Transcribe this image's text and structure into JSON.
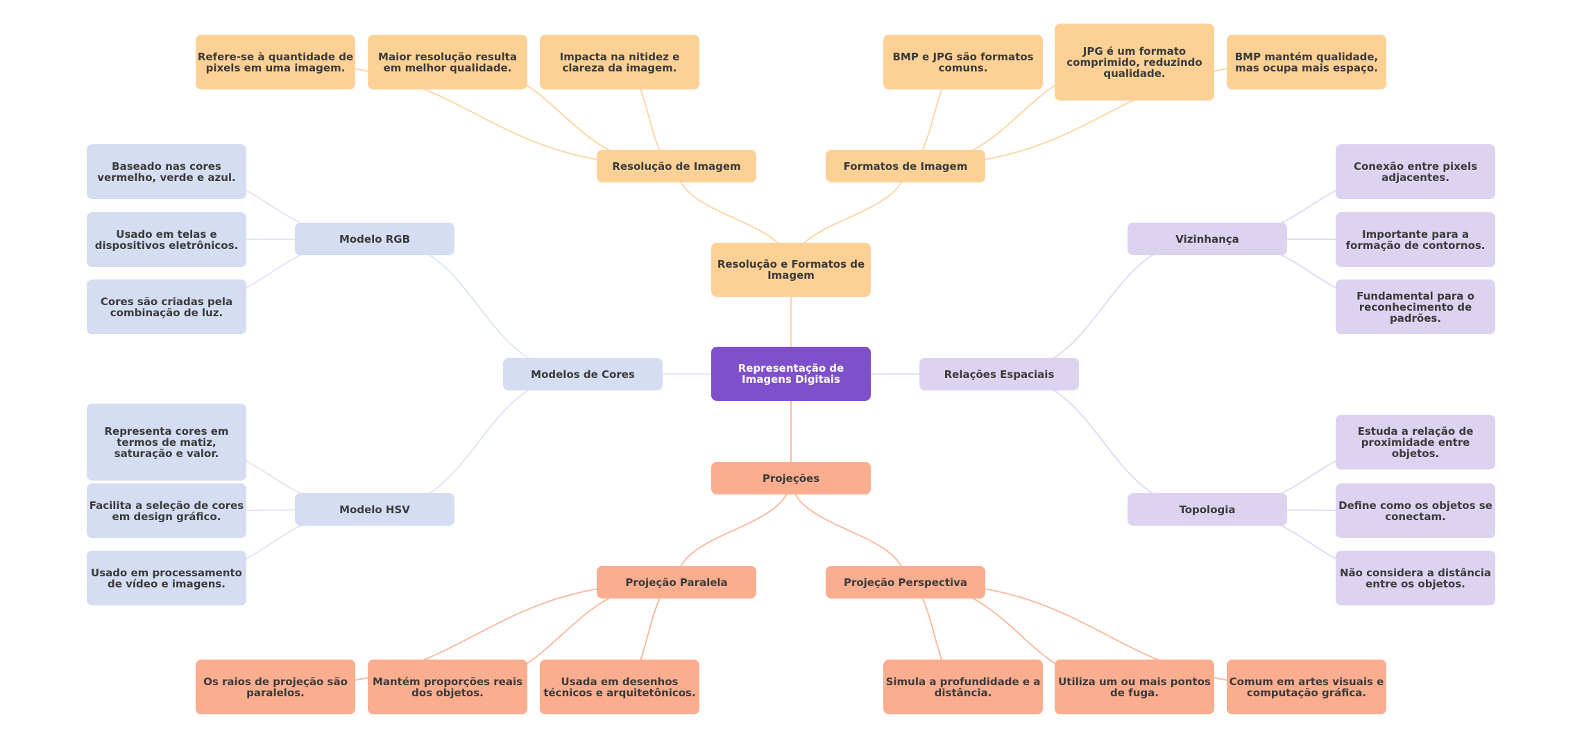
{
  "colors": {
    "root": "#7f4fcc",
    "orange": "#fdd196",
    "orange_edge": "#fdd6a6",
    "blue": "#d4ddf1",
    "blue_edge": "#dfe5f5",
    "lavender": "#ddd3f1",
    "lavender_edge": "#e2daf4",
    "salmon": "#faae8f",
    "salmon_edge": "#f9bba0"
  },
  "root": {
    "label": "Representação de Imagens Digitais"
  },
  "branches": [
    {
      "label": "Resolução e Formatos de Imagem",
      "theme": "orange",
      "children": [
        {
          "label": "Resolução de Imagem",
          "leaves": [
            "Refere-se à quantidade de pixels em uma imagem.",
            "Maior resolução resulta em melhor qualidade.",
            "Impacta na nitidez e clareza da imagem."
          ]
        },
        {
          "label": "Formatos de Imagem",
          "leaves": [
            "BMP e JPG são formatos comuns.",
            "JPG é um formato comprimido, reduzindo qualidade.",
            "BMP mantém qualidade, mas ocupa mais espaço."
          ]
        }
      ]
    },
    {
      "label": "Modelos de Cores",
      "theme": "blue",
      "children": [
        {
          "label": "Modelo RGB",
          "leaves": [
            "Baseado nas cores vermelho, verde e azul.",
            "Usado em telas e dispositivos eletrônicos.",
            "Cores são criadas pela combinação de luz."
          ]
        },
        {
          "label": "Modelo HSV",
          "leaves": [
            "Representa cores em termos de matiz, saturação e valor.",
            "Facilita a seleção de cores em design gráfico.",
            "Usado em processamento de vídeo e imagens."
          ]
        }
      ]
    },
    {
      "label": "Relações Espaciais",
      "theme": "lavender",
      "children": [
        {
          "label": "Vizinhança",
          "leaves": [
            "Conexão entre pixels adjacentes.",
            "Importante para a formação de contornos.",
            "Fundamental para o reconhecimento de padrões."
          ]
        },
        {
          "label": "Topologia",
          "leaves": [
            "Estuda a relação de proximidade entre objetos.",
            "Define como os objetos se conectam.",
            "Não considera a distância entre os objetos."
          ]
        }
      ]
    },
    {
      "label": "Projeções",
      "theme": "salmon",
      "children": [
        {
          "label": "Projeção Paralela",
          "leaves": [
            "Os raios de projeção são paralelos.",
            "Mantém proporções reais dos objetos.",
            "Usada em desenhos técnicos e arquitetônicos."
          ]
        },
        {
          "label": "Projeção Perspectiva",
          "leaves": [
            "Simula a profundidade e a distância.",
            "Utiliza um ou mais pontos de fuga.",
            "Comum em artes visuais e computação gráfica."
          ]
        }
      ]
    }
  ]
}
